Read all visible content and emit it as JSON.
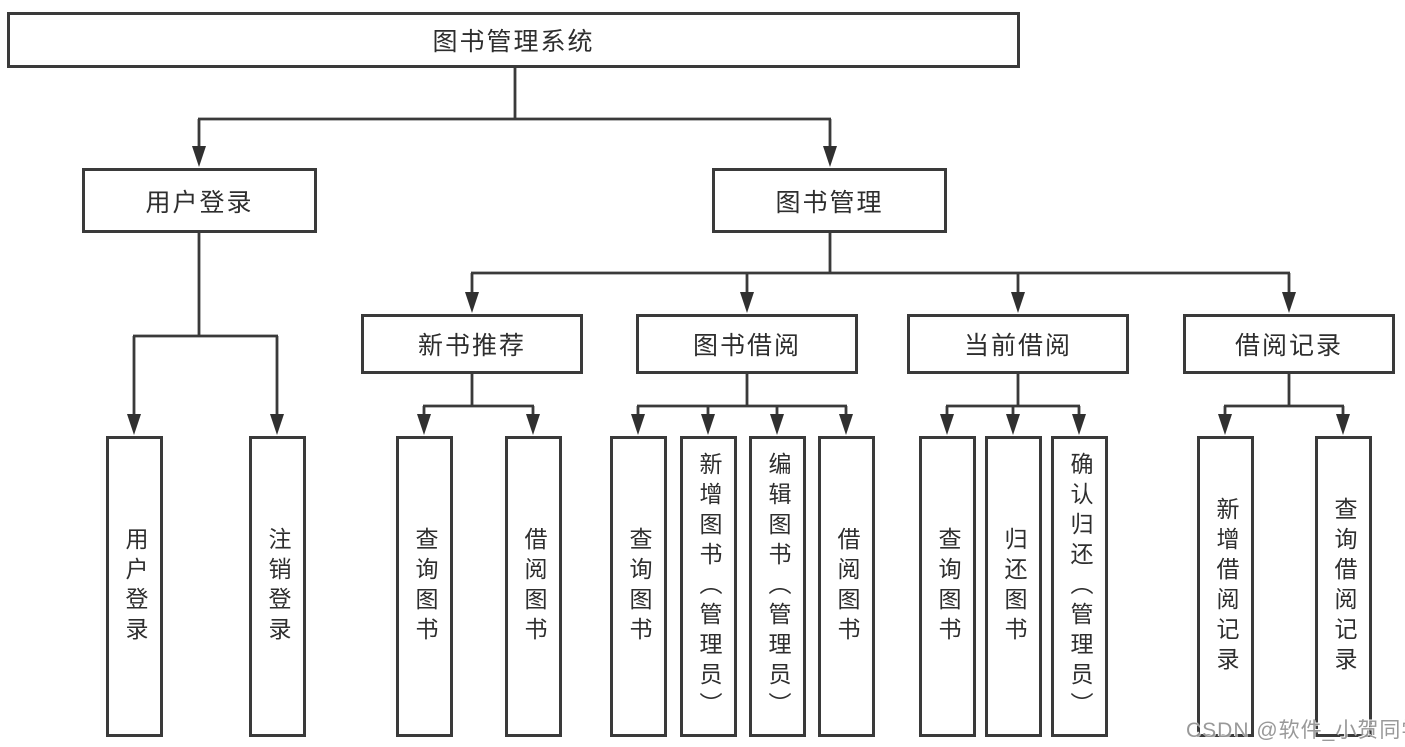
{
  "diagram_type": "hierarchy-tree",
  "nodes": {
    "root": "图书管理系统",
    "user_login": "用户登录",
    "book_management": "图书管理",
    "new_book_recommend": "新书推荐",
    "book_borrowing": "图书借阅",
    "current_borrowing": "当前借阅",
    "borrow_records": "借阅记录",
    "leaf_user_login": "用户登录",
    "leaf_logout": "注销登录",
    "leaf_nbr_query_books": "查询图书",
    "leaf_nbr_borrow_books": "借阅图书",
    "leaf_bb_query_books": "查询图书",
    "leaf_bb_add_books": "新增图书（管理员）",
    "leaf_bb_edit_books": "编辑图书（管理员）",
    "leaf_bb_borrow_books": "借阅图书",
    "leaf_cb_query_books": "查询图书",
    "leaf_cb_return_books": "归还图书",
    "leaf_cb_confirm_return": "确认归还（管理员）",
    "leaf_br_add_record": "新增借阅记录",
    "leaf_br_query_record": "查询借阅记录"
  },
  "hierarchy": {
    "图书管理系统": {
      "用户登录": [
        "用户登录",
        "注销登录"
      ],
      "图书管理": {
        "新书推荐": [
          "查询图书",
          "借阅图书"
        ],
        "图书借阅": [
          "查询图书",
          "新增图书（管理员）",
          "编辑图书（管理员）",
          "借阅图书"
        ],
        "当前借阅": [
          "查询图书",
          "归还图书",
          "确认归还（管理员）"
        ],
        "借阅记录": [
          "新增借阅记录",
          "查询借阅记录"
        ]
      }
    }
  },
  "watermark": {
    "text": "CSDN @软件_小贺同学"
  },
  "colors": {
    "background": "#ffffff",
    "box_border": "#3a3a3a",
    "connector_line": "#3a3a3a",
    "text": "#2e2e2e",
    "watermark_text": "#949494"
  }
}
